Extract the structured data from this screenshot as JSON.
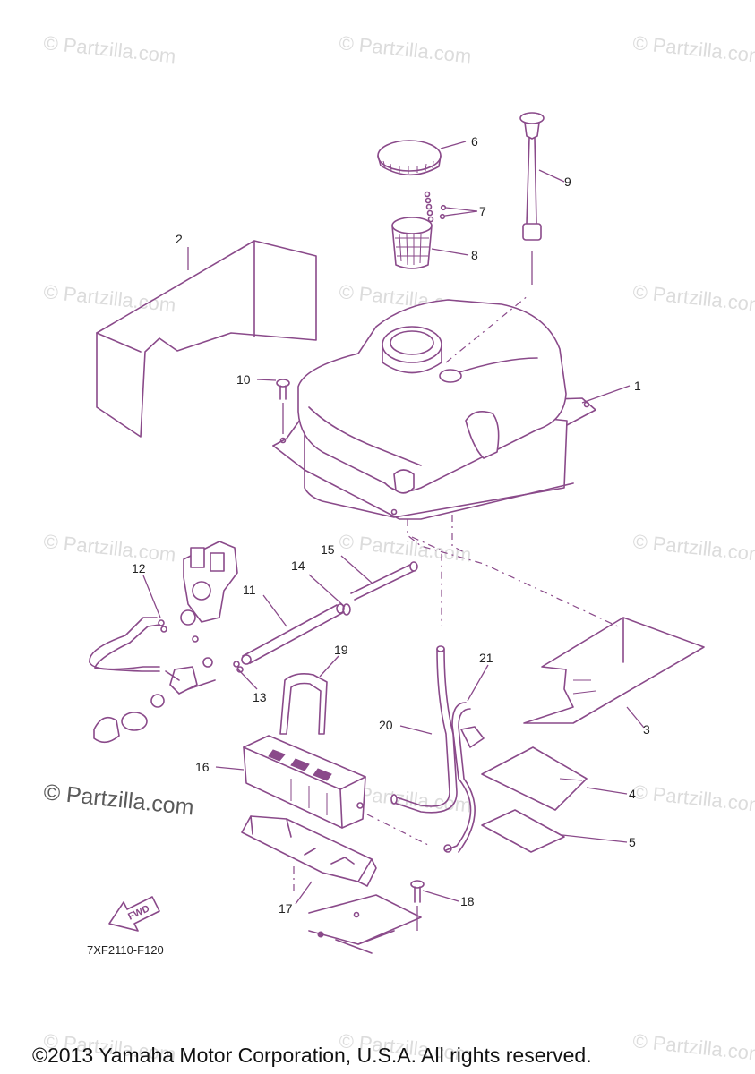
{
  "watermark": "© Partzilla.com",
  "diagram_code": "7XF2110-F120",
  "copyright": "©2013 Yamaha Motor Corporation, U.S.A. All rights reserved.",
  "fwd_label": "FWD",
  "callouts": {
    "c1": "1",
    "c2": "2",
    "c3": "3",
    "c4": "4",
    "c5": "5",
    "c6": "6",
    "c7": "7",
    "c8": "8",
    "c9": "9",
    "c10": "10",
    "c11": "11",
    "c12": "12",
    "c13": "13",
    "c14": "14",
    "c15": "15",
    "c16": "16",
    "c17": "17",
    "c18": "18",
    "c19": "19",
    "c20": "20",
    "c21": "21"
  },
  "colors": {
    "part_line": "#8a4a8a",
    "watermark": "#dcdcdc"
  }
}
